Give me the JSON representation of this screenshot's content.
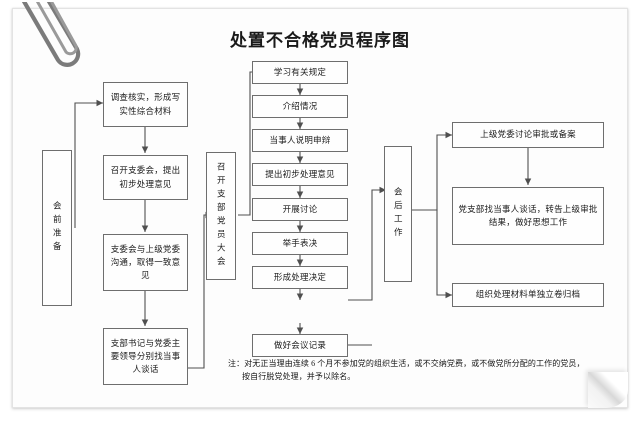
{
  "document": {
    "title": "处置不合格党员程序图",
    "paperclip_icon": "paperclip-icon",
    "page_curl_icon": "page-curl-icon"
  },
  "stages": [
    {
      "id": "stage-pre-meeting",
      "label": "会前准备"
    },
    {
      "id": "stage-branch-meeting",
      "label": "召开支部党员大会"
    },
    {
      "id": "stage-post-meeting",
      "label": "会后工作"
    }
  ],
  "pre_meeting_steps": [
    {
      "id": "step-investigate",
      "label": "调查核实，形成写实性综合材料"
    },
    {
      "id": "step-committee-meeting",
      "label": "召开支委会，提出初步处理意见"
    },
    {
      "id": "step-consult-superior",
      "label": "支委会与上级党委沟通，取得一致意见"
    },
    {
      "id": "step-secretary-talk",
      "label": "支部书记与党委主要领导分别找当事人谈话"
    }
  ],
  "branch_meeting_steps": [
    {
      "id": "step-study-rules",
      "label": "学习有关规定"
    },
    {
      "id": "step-introduce-situation",
      "label": "介绍情况"
    },
    {
      "id": "step-person-statement",
      "label": "当事人说明申辩"
    },
    {
      "id": "step-propose-opinion",
      "label": "提出初步处理意见"
    },
    {
      "id": "step-discussion",
      "label": "开展讨论"
    },
    {
      "id": "step-show-of-hands-vote",
      "label": "举手表决"
    },
    {
      "id": "step-form-decision",
      "label": "形成处理决定"
    },
    {
      "id": "step-record-minutes",
      "label": "做好会议记录"
    }
  ],
  "post_meeting_steps": [
    {
      "id": "step-superior-approval",
      "label": "上级党委讨论审批或备案"
    },
    {
      "id": "step-inform-person",
      "label": "党支部找当事人谈话，转告上级审批结果，做好思想工作"
    },
    {
      "id": "step-archive-materials",
      "label": "组织处理材料单独立卷归档"
    }
  ],
  "footnote": {
    "line1": "注：对无正当理由连续 6 个月不参加党的组织生活，或不交纳党费，或不做党所分配的工作的党员，",
    "line2": "按自行脱党处理，并予以除名。"
  },
  "colors": {
    "page_background": "#ffffff",
    "paper": "#fdfdfd",
    "box_border": "#6e6e6e",
    "text": "#1c1c1c",
    "connector": "#4f4f4f"
  }
}
